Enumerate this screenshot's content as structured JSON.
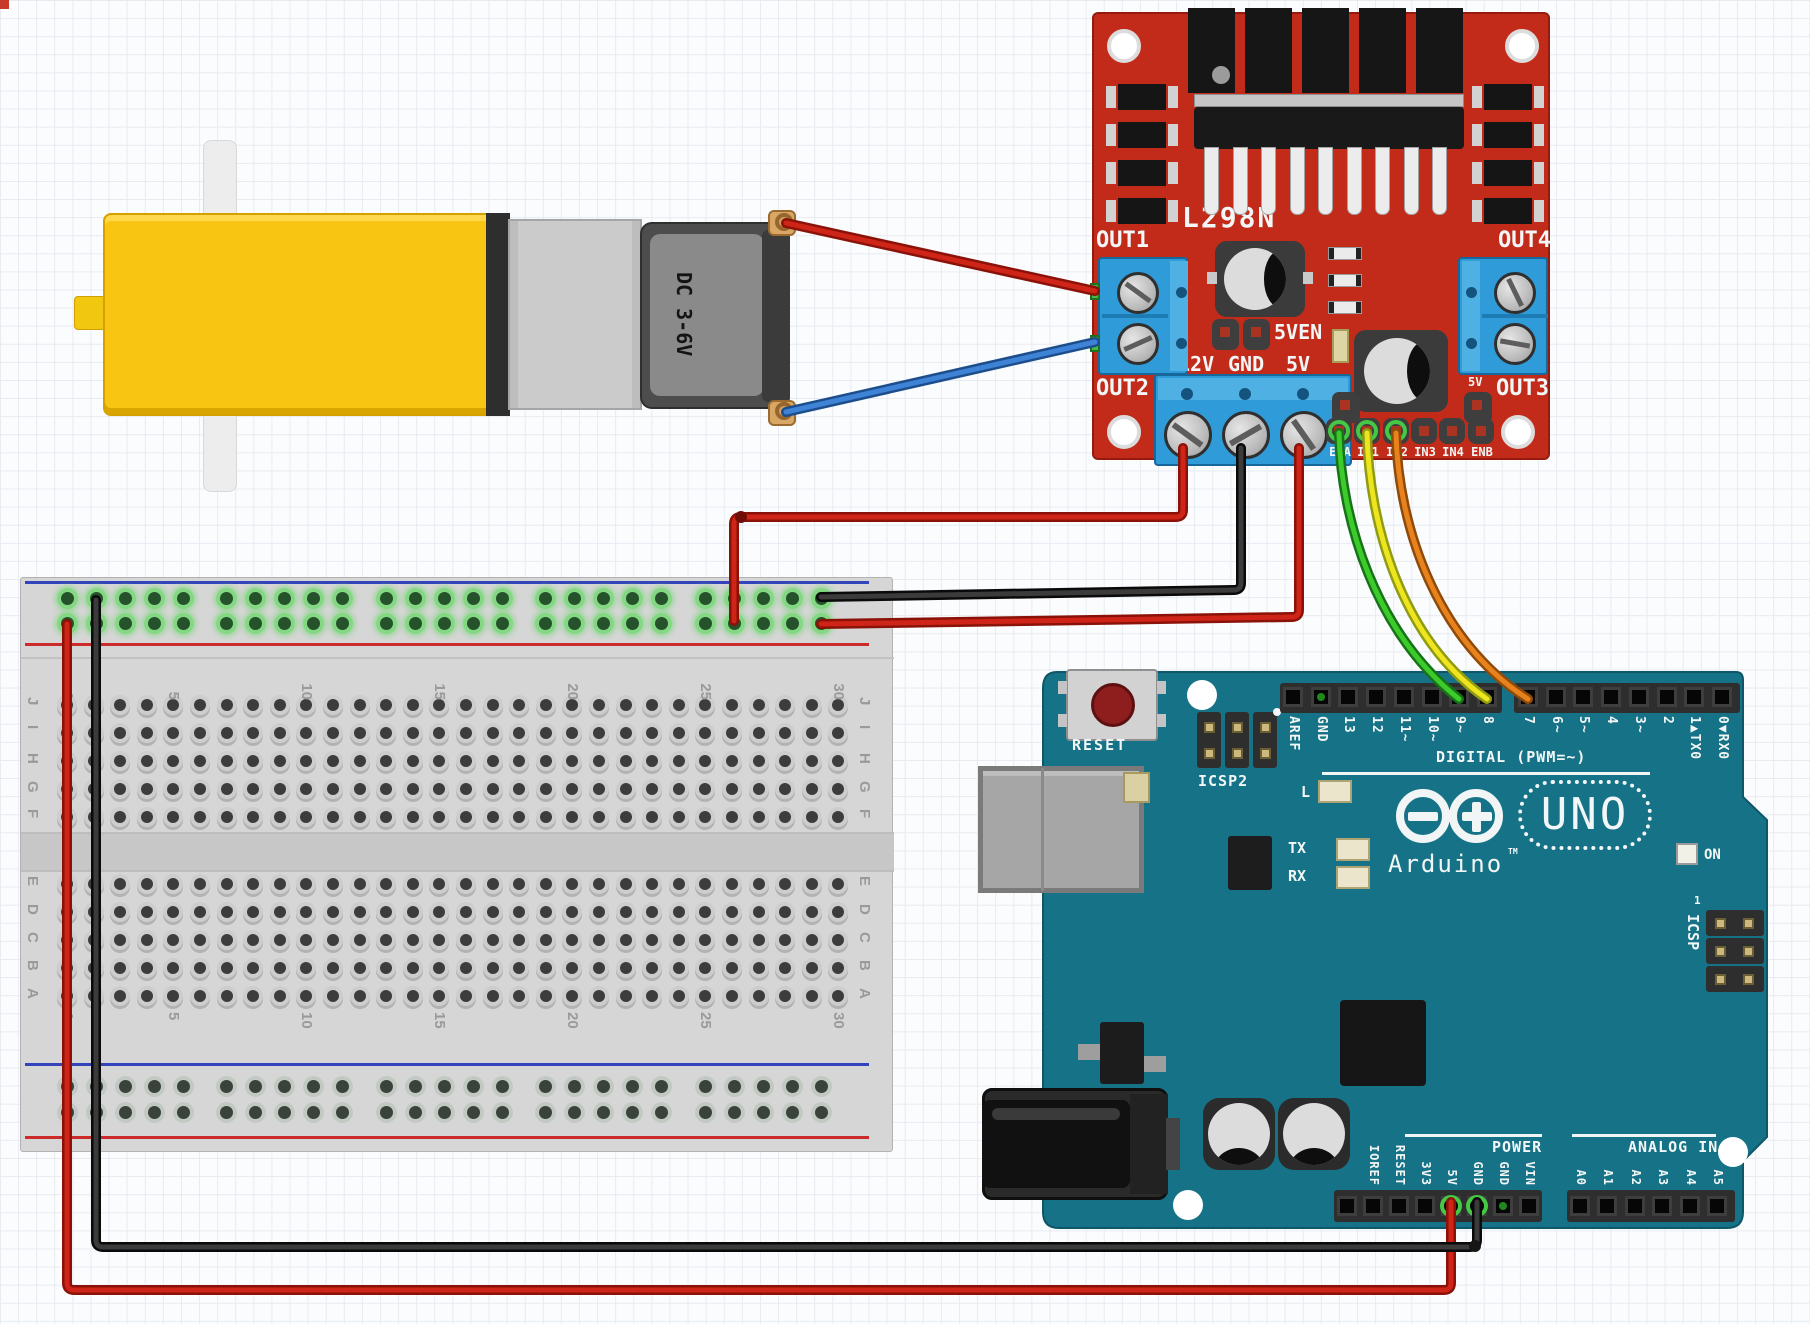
{
  "l298n": {
    "title": "L298N",
    "out1": "OUT1",
    "out2": "OUT2",
    "out3": "OUT3",
    "out4": "OUT4",
    "v5en": "5VEN",
    "power_labels": [
      "12V",
      "GND",
      "5V"
    ],
    "small_5v_left": "5V",
    "small_5v_right": "5V",
    "pin_labels": [
      "ENA",
      "IN1",
      "IN2",
      "IN3",
      "IN4",
      "ENB"
    ]
  },
  "motor": {
    "label": "DC 3-6V"
  },
  "breadboard": {
    "column_numbers": [
      "1",
      "5",
      "10",
      "15",
      "20",
      "25",
      "30"
    ],
    "row_letters_top": [
      "J",
      "I",
      "H",
      "G",
      "F"
    ],
    "row_letters_bottom": [
      "E",
      "D",
      "C",
      "B",
      "A"
    ]
  },
  "arduino": {
    "reset_label": "RESET",
    "icsp2_label": "ICSP2",
    "digital_caption": "DIGITAL (PWM=~)",
    "digital_left": [
      "AREF",
      "GND",
      "13",
      "12",
      "11~",
      "10~",
      "9~",
      "8"
    ],
    "digital_right": [
      "7",
      "6~",
      "5~",
      "4",
      "3~",
      "2",
      "1▲TX0",
      "0▼RX0"
    ],
    "led_l": "L",
    "led_tx": "TX",
    "led_rx": "RX",
    "on_label": "ON",
    "brand": "Arduino",
    "brand_tm": "TM",
    "model": "UNO",
    "icsp_label": "ICSP",
    "icsp_pin1": "1",
    "power_caption": "POWER",
    "power_pins": [
      "",
      "IOREF",
      "RESET",
      "3V3",
      "5V",
      "GND",
      "GND",
      "VIN"
    ],
    "analog_caption": "ANALOG IN",
    "analog_pins": [
      "A0",
      "A1",
      "A2",
      "A3",
      "A4",
      "A5"
    ]
  },
  "wires": [
    {
      "name": "wire-motor-plus-to-out1",
      "color": "red"
    },
    {
      "name": "wire-motor-minus-to-out1",
      "color": "blue"
    },
    {
      "name": "wire-12v-to-rail-plus",
      "color": "red"
    },
    {
      "name": "wire-gnd-to-rail-minus",
      "color": "black"
    },
    {
      "name": "wire-5v-to-rail-plus",
      "color": "red"
    },
    {
      "name": "wire-rail-to-arduino-5v",
      "color": "red"
    },
    {
      "name": "wire-rail-to-arduino-gnd",
      "color": "black"
    },
    {
      "name": "wire-ena-to-pin9",
      "color": "green"
    },
    {
      "name": "wire-in1-to-pin8",
      "color": "yellow"
    },
    {
      "name": "wire-in2-to-pin7",
      "color": "orange"
    }
  ],
  "colors": {
    "arduino_board": "#167387",
    "l298n_board": "#c22b1a",
    "breadboard": "#d6d6d6",
    "motor_yellow": "#f8c513",
    "terminal_blue": "#2f9bd8",
    "wire_red": "#cf2418",
    "wire_black": "#3b3b3b",
    "wire_blue": "#3f83d6",
    "wire_green": "#3ccb2a",
    "wire_yellow": "#efe51f",
    "wire_orange": "#e8821c"
  }
}
